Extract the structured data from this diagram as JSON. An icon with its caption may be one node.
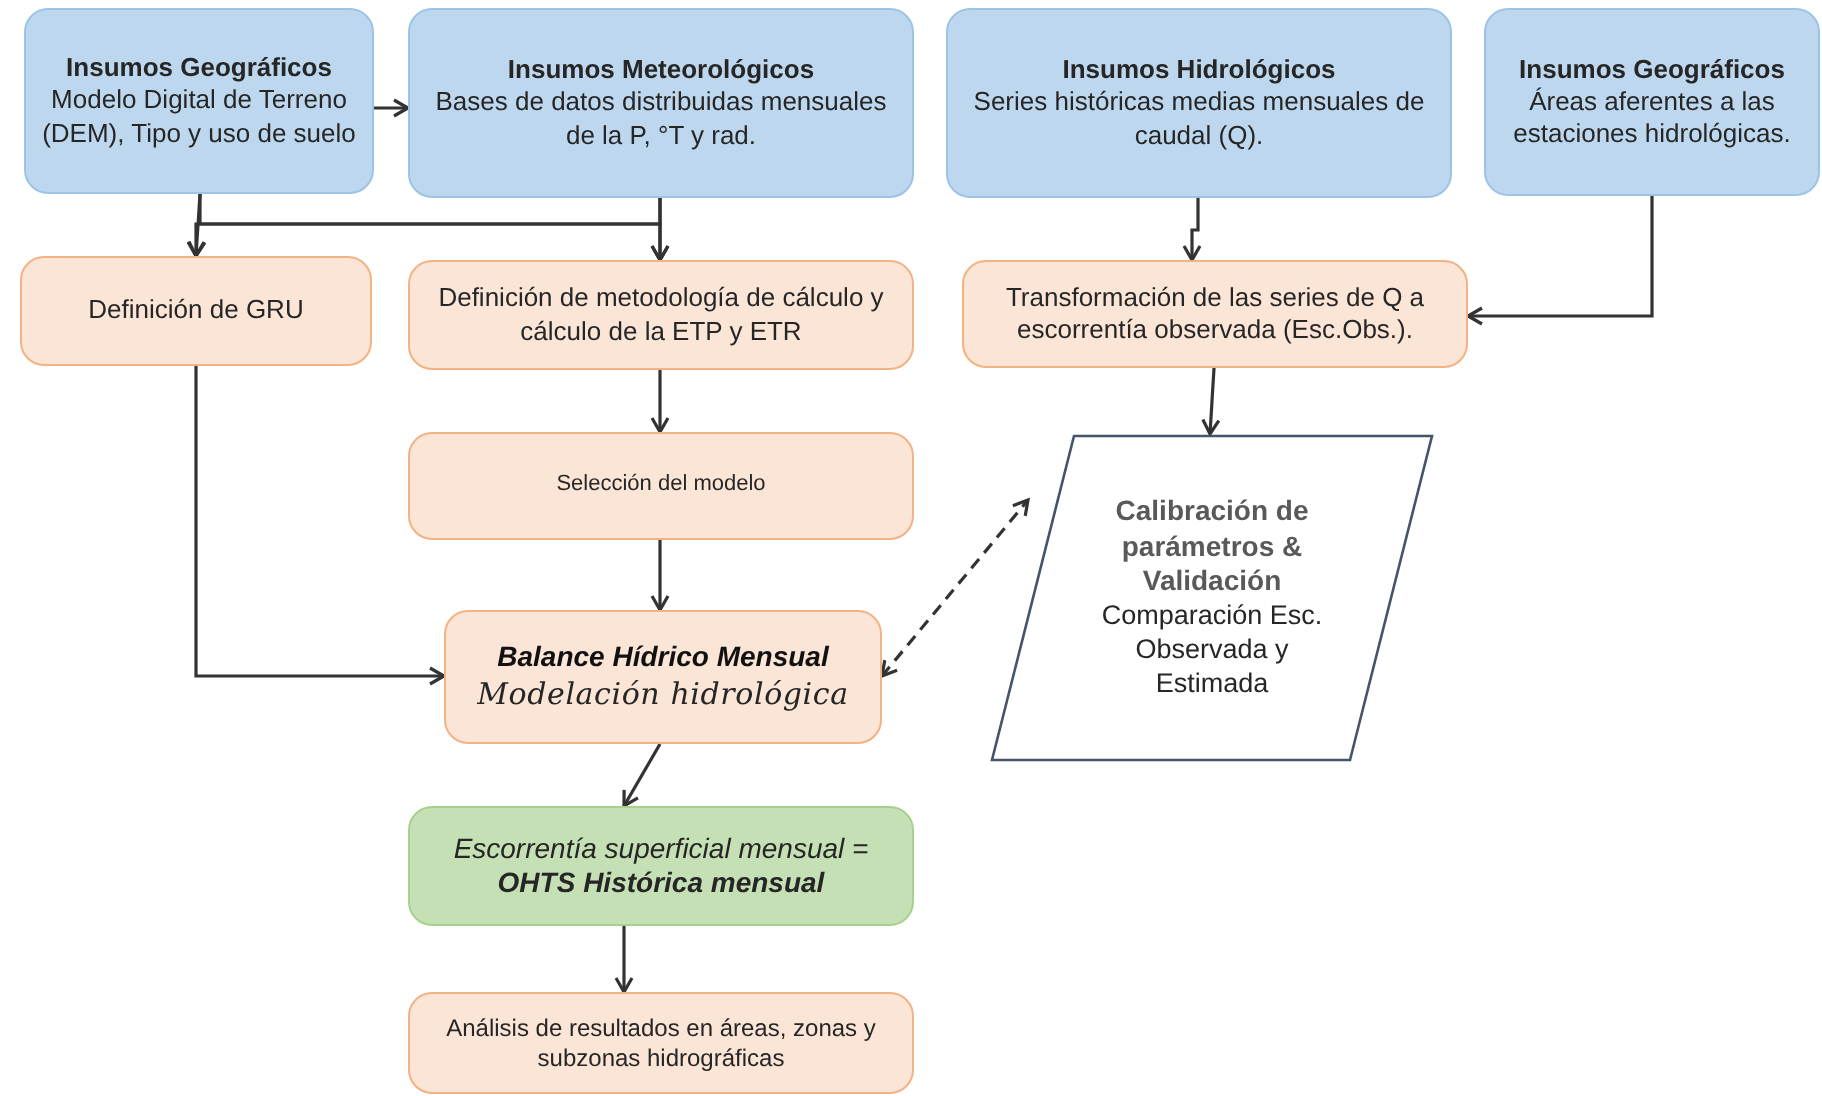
{
  "diagram": {
    "nodes": [
      {
        "text": [
          "Insumos Geográficos",
          "Modelo Digital de Terreno (DEM), Tipo y uso de suelo"
        ]
      },
      {
        "text": [
          "Insumos Meteorológicos",
          "Bases de datos distribuidas mensuales de la P,  °T  y rad."
        ]
      },
      {
        "text": [
          "Insumos Hidrológicos",
          "Series históricas medias mensuales de caudal (Q)."
        ]
      },
      {
        "text": [
          "Insumos Geográficos",
          "Áreas aferentes a las estaciones hidrológicas."
        ]
      },
      {
        "text": [
          "Definición de GRU"
        ]
      },
      {
        "text": [
          "Definición de metodología de cálculo y cálculo de la ETP y ETR"
        ]
      },
      {
        "text": [
          "Transformación de las series de Q a escorrentía observada (Esc.Obs.)."
        ]
      },
      {
        "text": [
          "Selección del modelo"
        ]
      },
      {
        "text": [
          "Balance Hídrico Mensual",
          "Modelación hidrológica"
        ]
      },
      {
        "text": [
          "Calibración de parámetros & Validación",
          "Comparación Esc. Observada y Estimada"
        ]
      },
      {
        "text": [
          "Escorrentía superficial mensual = **OHTS Histórica mensual**"
        ]
      },
      {
        "text": [
          "Análisis de resultados en áreas, zonas y subzonas hidrográficas"
        ]
      }
    ],
    "edges": [
      {
        "from": 0,
        "to": 1,
        "arrow": "to"
      },
      {
        "from": 0,
        "to": 4,
        "arrow": "to"
      },
      {
        "from": 0,
        "to": 5,
        "arrow": "to"
      },
      {
        "from": 1,
        "to": 4,
        "arrow": "to"
      },
      {
        "from": 1,
        "to": 5,
        "arrow": "to"
      },
      {
        "from": 2,
        "to": 6,
        "arrow": "to"
      },
      {
        "from": 3,
        "to": 6,
        "arrow": "to"
      },
      {
        "from": 4,
        "to": 8,
        "arrow": "to"
      },
      {
        "from": 5,
        "to": 7,
        "arrow": "to"
      },
      {
        "from": 7,
        "to": 8,
        "arrow": "to"
      },
      {
        "from": 6,
        "to": 9,
        "arrow": "to"
      },
      {
        "from": 8,
        "to": 9,
        "arrow": "both",
        "style": "dashed"
      },
      {
        "from": 8,
        "to": 10,
        "arrow": "to"
      },
      {
        "from": 10,
        "to": 11,
        "arrow": "to"
      }
    ]
  }
}
